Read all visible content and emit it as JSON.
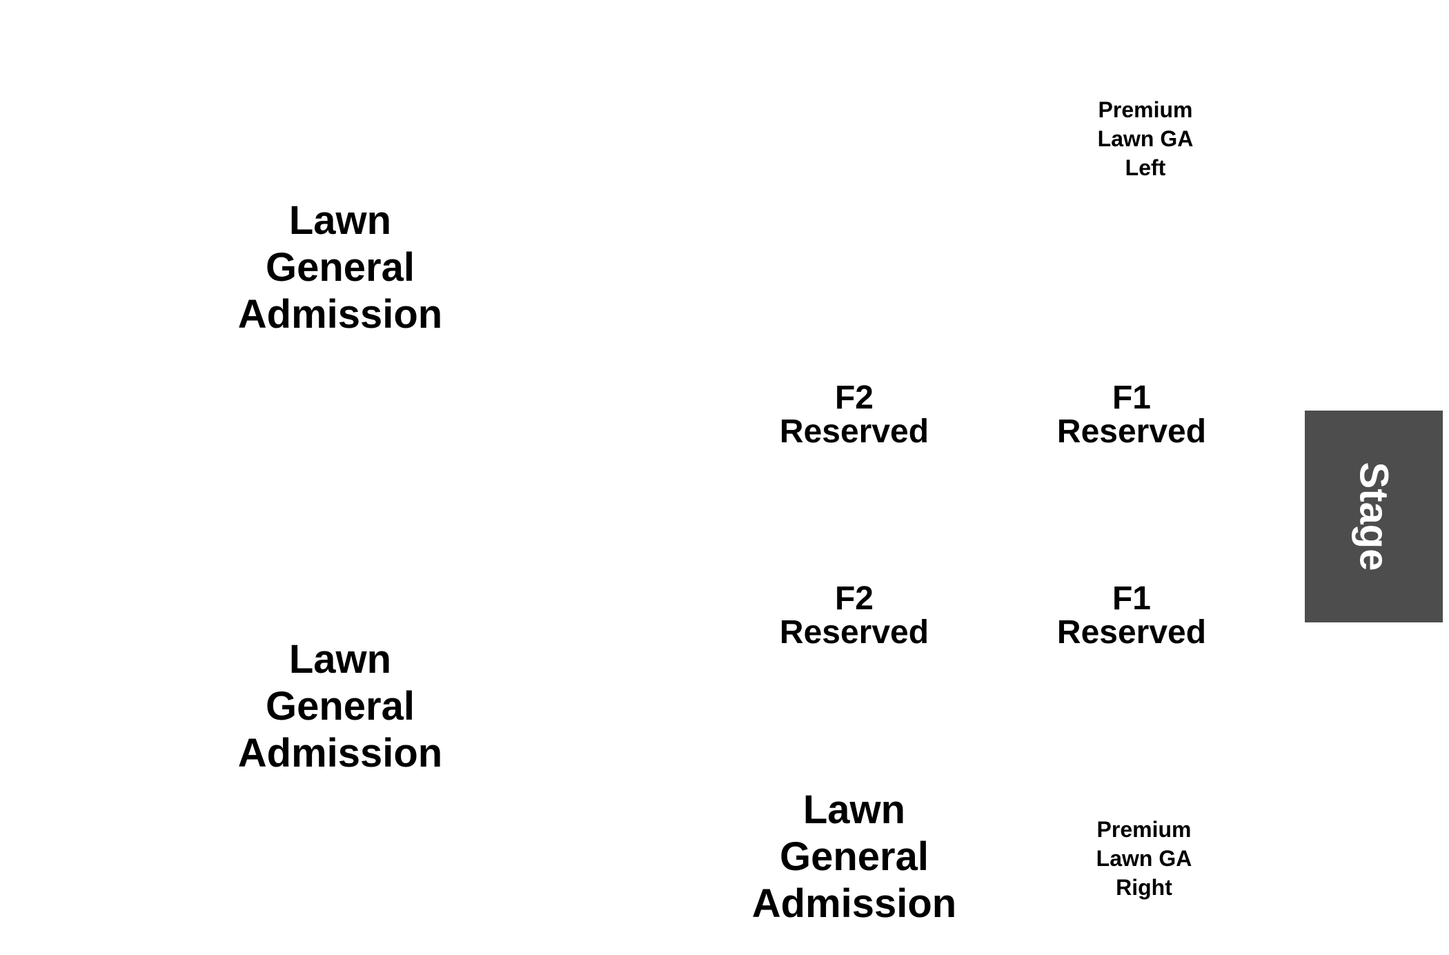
{
  "sections": {
    "lawn_ga_upper": {
      "lines": [
        "Lawn",
        "General",
        "Admission"
      ]
    },
    "lawn_ga_lower": {
      "lines": [
        "Lawn",
        "General",
        "Admission"
      ]
    },
    "lawn_ga_bottom": {
      "lines": [
        "Lawn",
        "General",
        "Admission"
      ]
    },
    "f2_upper": {
      "lines": [
        "F2",
        "Reserved"
      ]
    },
    "f1_upper": {
      "lines": [
        "F1",
        "Reserved"
      ]
    },
    "f2_lower": {
      "lines": [
        "F2",
        "Reserved"
      ]
    },
    "f1_lower": {
      "lines": [
        "F1",
        "Reserved"
      ]
    },
    "premium_left": {
      "lines": [
        "Premium",
        "Lawn GA",
        "Left"
      ]
    },
    "premium_right": {
      "lines": [
        "Premium",
        "Lawn GA",
        "Right"
      ]
    }
  },
  "stage": {
    "label": "Stage",
    "color": "#4d4d4d"
  }
}
